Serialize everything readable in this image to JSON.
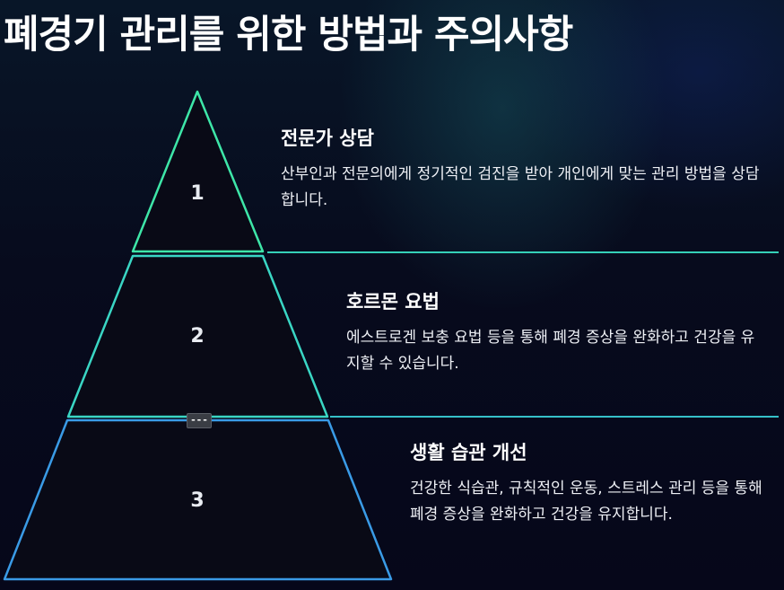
{
  "title": "폐경기 관리를 위한 방법과 주의사항",
  "levels": [
    {
      "number": "1",
      "heading": "전문가 상담",
      "text": "산부인과 전문의에게 정기적인 검진을 받아 개인에게 맞는 관리 방법을 상담합니다."
    },
    {
      "number": "2",
      "heading": "호르몬 요법",
      "text": "에스트로겐 보충 요법 등을 통해 폐경 증상을 완화하고 건강을 유지할 수 있습니다."
    },
    {
      "number": "3",
      "heading": "생활 습관 개선",
      "text": "건강한 식습관, 규칙적인 운동, 스트레스 관리 등을 통해 폐경 증상을 완화하고 건강을 유지합니다."
    }
  ],
  "handle_badge": "---",
  "colors": {
    "tier1": "#3ee6a8",
    "tier2": "#3ad6c4",
    "tier3": "#3a9be6",
    "divider": "#35d0c0"
  }
}
